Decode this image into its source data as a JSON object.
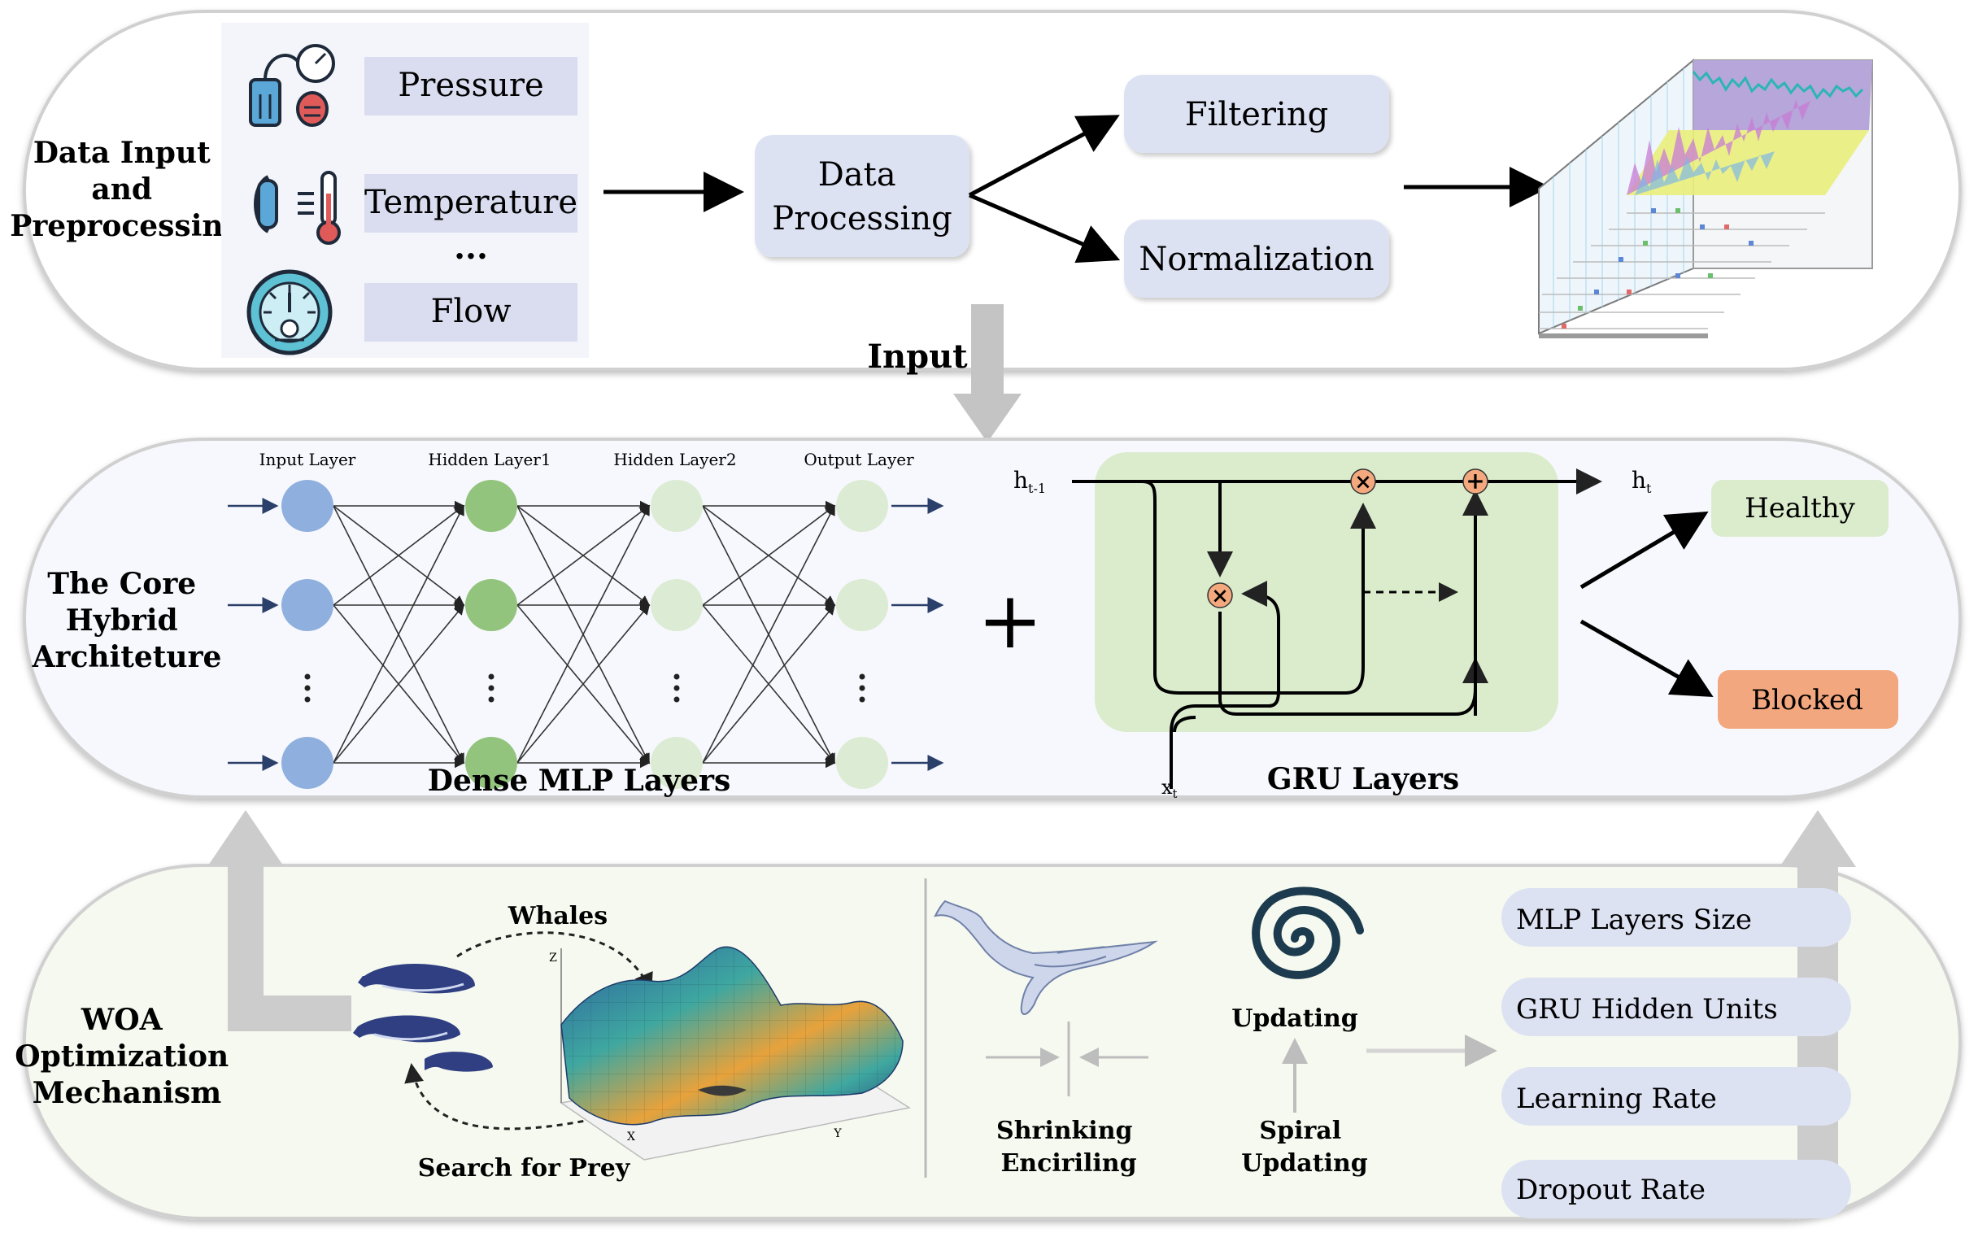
{
  "panel1": {
    "title_lines": [
      "Data Input",
      "and",
      "Preprocessing"
    ],
    "sensors": [
      "Pressure",
      "Temperature",
      "Flow"
    ],
    "ellipsis": "...",
    "process": [
      "Data",
      "Processing"
    ],
    "branches": [
      "Filtering",
      "Normalization"
    ],
    "sensor_icons": [
      "pressure-gauge-icon",
      "thermometer-icon",
      "flow-meter-icon"
    ]
  },
  "connector_label": "Input",
  "panel2": {
    "title_lines": [
      "The Core",
      "Hybrid",
      "Architeture"
    ],
    "mlp_layers": [
      "Input Layer",
      "Hidden Layer1",
      "Hidden Layer2",
      "Output Layer"
    ],
    "mlp_caption": "Dense MLP Layers",
    "plus": "+",
    "gru_caption": "GRU Layers",
    "gru_labels": {
      "h_prev_main": "h",
      "h_prev_sub": "t-1",
      "h_next_main": "h",
      "h_next_sub": "t",
      "x_main": "x",
      "x_sub": "t"
    },
    "ops": [
      "×",
      "×",
      "+"
    ],
    "outputs": [
      "Healthy",
      "Blocked"
    ],
    "colors": {
      "input_node": "#8fb0df",
      "hidden1_node": "#93c47d",
      "other_node": "#dcebd3",
      "gru_bg": "#dbeccd",
      "op_circle": "#f3a97d",
      "healthy": "#dcebd3",
      "blocked": "#f2a77e"
    }
  },
  "panel3": {
    "title_lines": [
      "WOA",
      "Optimization",
      "Mechanism"
    ],
    "whales_label": "Whales",
    "search_label": "Search for Prey",
    "shrinking_lines": [
      "Shrinking",
      "Enciriling"
    ],
    "updating_label": "Updating",
    "spiral_lines": [
      "Spiral",
      "Updating"
    ],
    "params": [
      "MLP Layers Size",
      "GRU Hidden Units",
      "Learning Rate",
      "Dropout Rate"
    ],
    "surface_axes": {
      "z": "Z",
      "x": "X",
      "y": "Y"
    }
  }
}
